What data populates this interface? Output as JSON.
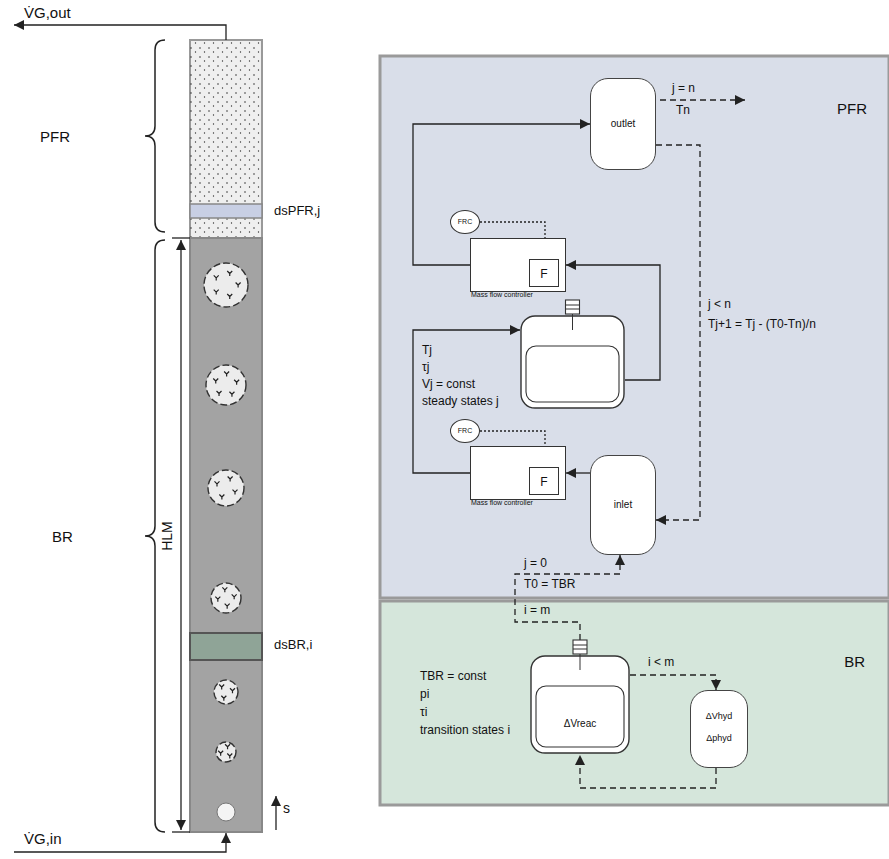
{
  "diagram": {
    "nodes": [
      {
        "text": [
          "PFR"
        ]
      },
      {
        "text": [
          "BR"
        ]
      },
      {
        "text": [
          "outlet"
        ],
        "in": 0
      },
      {
        "text": [
          "inlet"
        ],
        "in": 0
      },
      {
        "text": [
          "Tj",
          "τj",
          "Vj = const",
          "steady states j"
        ],
        "in": 0
      },
      {
        "text": [
          "F",
          "Mass flow controller"
        ],
        "in": 0
      },
      {
        "text": [
          "FRC"
        ],
        "in": 0
      },
      {
        "text": [
          "F",
          "Mass flow controller"
        ],
        "in": 0
      },
      {
        "text": [
          "FRC"
        ],
        "in": 0
      },
      {
        "text": [
          "ΔVreac",
          "TBR = const",
          "pi",
          "τi",
          "transition states i"
        ],
        "in": 1
      },
      {
        "text": [
          "ΔVhyd",
          "Δphyd"
        ],
        "in": 1
      }
    ],
    "edges": [
      {
        "from": 3,
        "to": 7,
        "arrow": "to"
      },
      {
        "from": 7,
        "to": 4,
        "arrow": "to"
      },
      {
        "from": 4,
        "to": 5,
        "arrow": "to"
      },
      {
        "from": 5,
        "to": 2,
        "arrow": "to"
      },
      {
        "from": 2,
        "to": 3,
        "arrow": "to",
        "label": "j < n"
      },
      {
        "from": 6,
        "to": 5,
        "arrow": "none"
      },
      {
        "from": 8,
        "to": 7,
        "arrow": "none"
      },
      {
        "from": 9,
        "to": 10,
        "arrow": "to",
        "label": "i < m"
      },
      {
        "from": 10,
        "to": 9,
        "arrow": "to"
      },
      {
        "from": 9,
        "to": 3,
        "arrow": "to",
        "label": "i = m"
      }
    ],
    "labels": [
      "V̇G,out",
      "V̇G,in",
      "PFR",
      "BR",
      "dsPFR,j",
      "dsBR,i",
      "HLM",
      "s",
      "j = n",
      "Tn",
      "Tj+1 = Tj - (T0-Tn)/n",
      "j = 0",
      "T0 = TBR"
    ]
  }
}
